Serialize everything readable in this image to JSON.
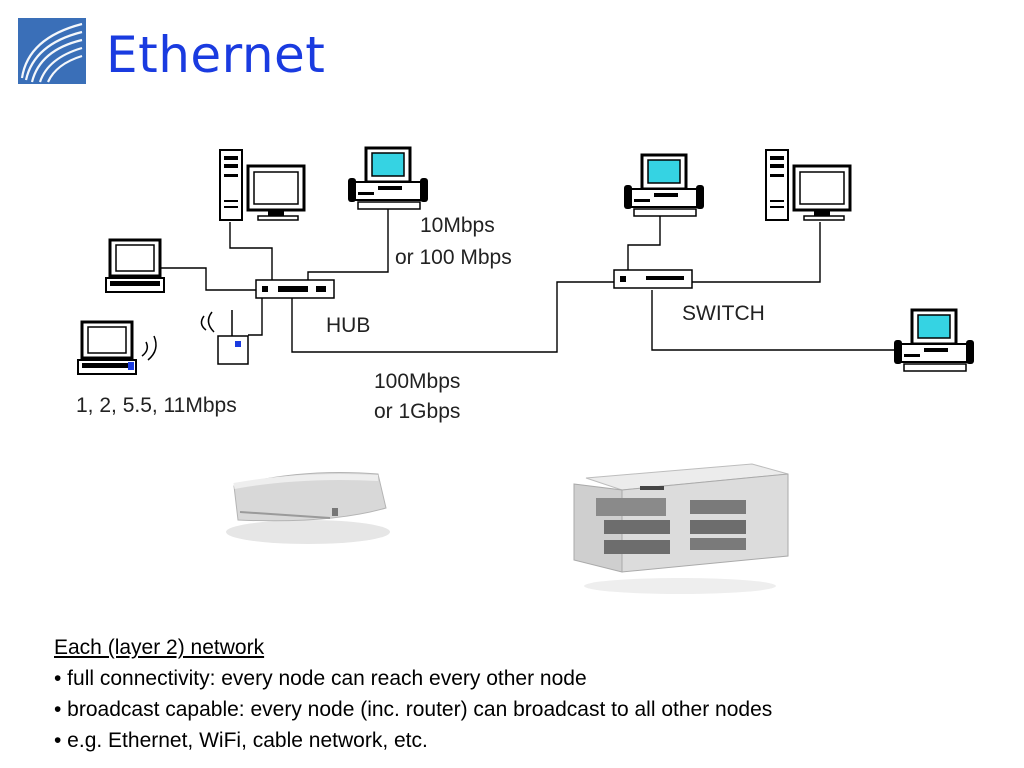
{
  "slide": {
    "title": "Ethernet"
  },
  "diagram": {
    "labels": {
      "hub": "HUB",
      "switch": "SWITCH",
      "hub_link_speed": [
        "10Mbps",
        "or 100 Mbps"
      ],
      "uplink_speed": [
        "100Mbps",
        "or 1Gbps"
      ],
      "wifi_speed": "1, 2, 5.5, 11Mbps"
    }
  },
  "notes": {
    "heading": "Each (layer 2) network",
    "bullets": [
      "• full connectivity: every node can reach every other node",
      "• broadcast capable: every node (inc. router) can broadcast to all other nodes",
      "• e.g. Ethernet, WiFi, cable network, etc."
    ]
  },
  "colors": {
    "title": "#1a3be0",
    "logo": "#3a6fb8",
    "screen": "#35d3e3",
    "wire": "#000000"
  }
}
